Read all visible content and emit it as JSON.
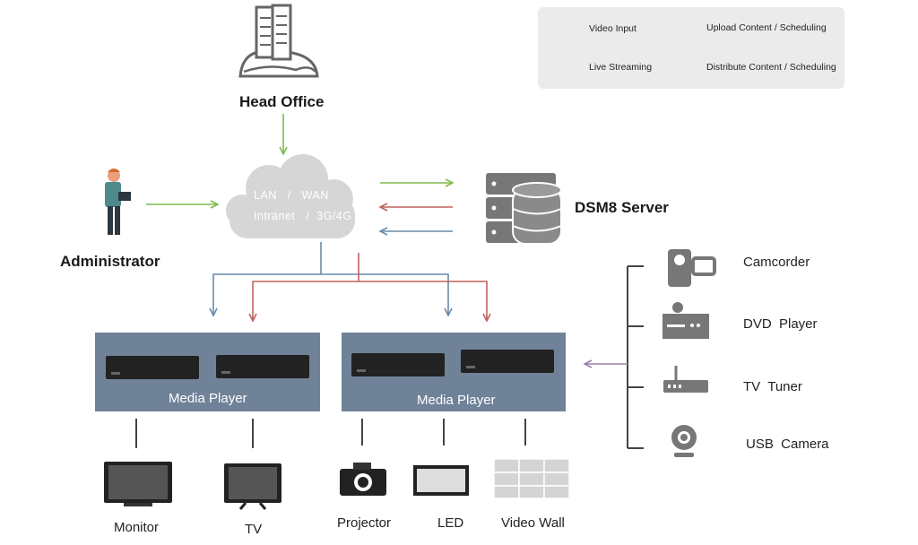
{
  "legend": {
    "video_input": "Video Input",
    "upload_content": "Upload Content / Scheduling",
    "live_streaming": "Live Streaming",
    "distribute_content": "Distribute Content / Scheduling"
  },
  "colors": {
    "video_input": "#9a7fa8",
    "upload": "#7dbb4f",
    "live_streaming": "#6a8aaa",
    "distribute": "#c0625f",
    "media_player_bg": "#6f8298",
    "icon_gray": "#777777"
  },
  "nodes": {
    "head_office": "Head Office",
    "administrator": "Administrator",
    "server": "DSM8 Server",
    "cloud_line1_a": "LAN",
    "cloud_line1_sep": "/",
    "cloud_line1_b": "WAN",
    "cloud_line2_a": "Intranet",
    "cloud_line2_sep": "/",
    "cloud_line2_b": "3G/4G",
    "media_player_1": "Media Player",
    "media_player_2": "Media Player"
  },
  "outputs": [
    "Monitor",
    "TV",
    "Projector",
    "LED",
    "Video Wall"
  ],
  "inputs": [
    "Camcorder",
    "DVD  Player",
    "TV  Tuner",
    "USB  Camera"
  ],
  "icons": {
    "head_office": "building-icon",
    "administrator": "person-laptop-icon",
    "server": "server-database-icon",
    "cloud": "cloud-icon",
    "media_box": "media-box-icon",
    "monitor": "monitor-icon",
    "tv": "tv-icon",
    "projector": "projector-icon",
    "led": "led-panel-icon",
    "video_wall": "video-wall-icon",
    "camcorder": "camcorder-icon",
    "dvd": "dvd-player-icon",
    "tv_tuner": "router-icon",
    "usb_camera": "webcam-icon"
  }
}
